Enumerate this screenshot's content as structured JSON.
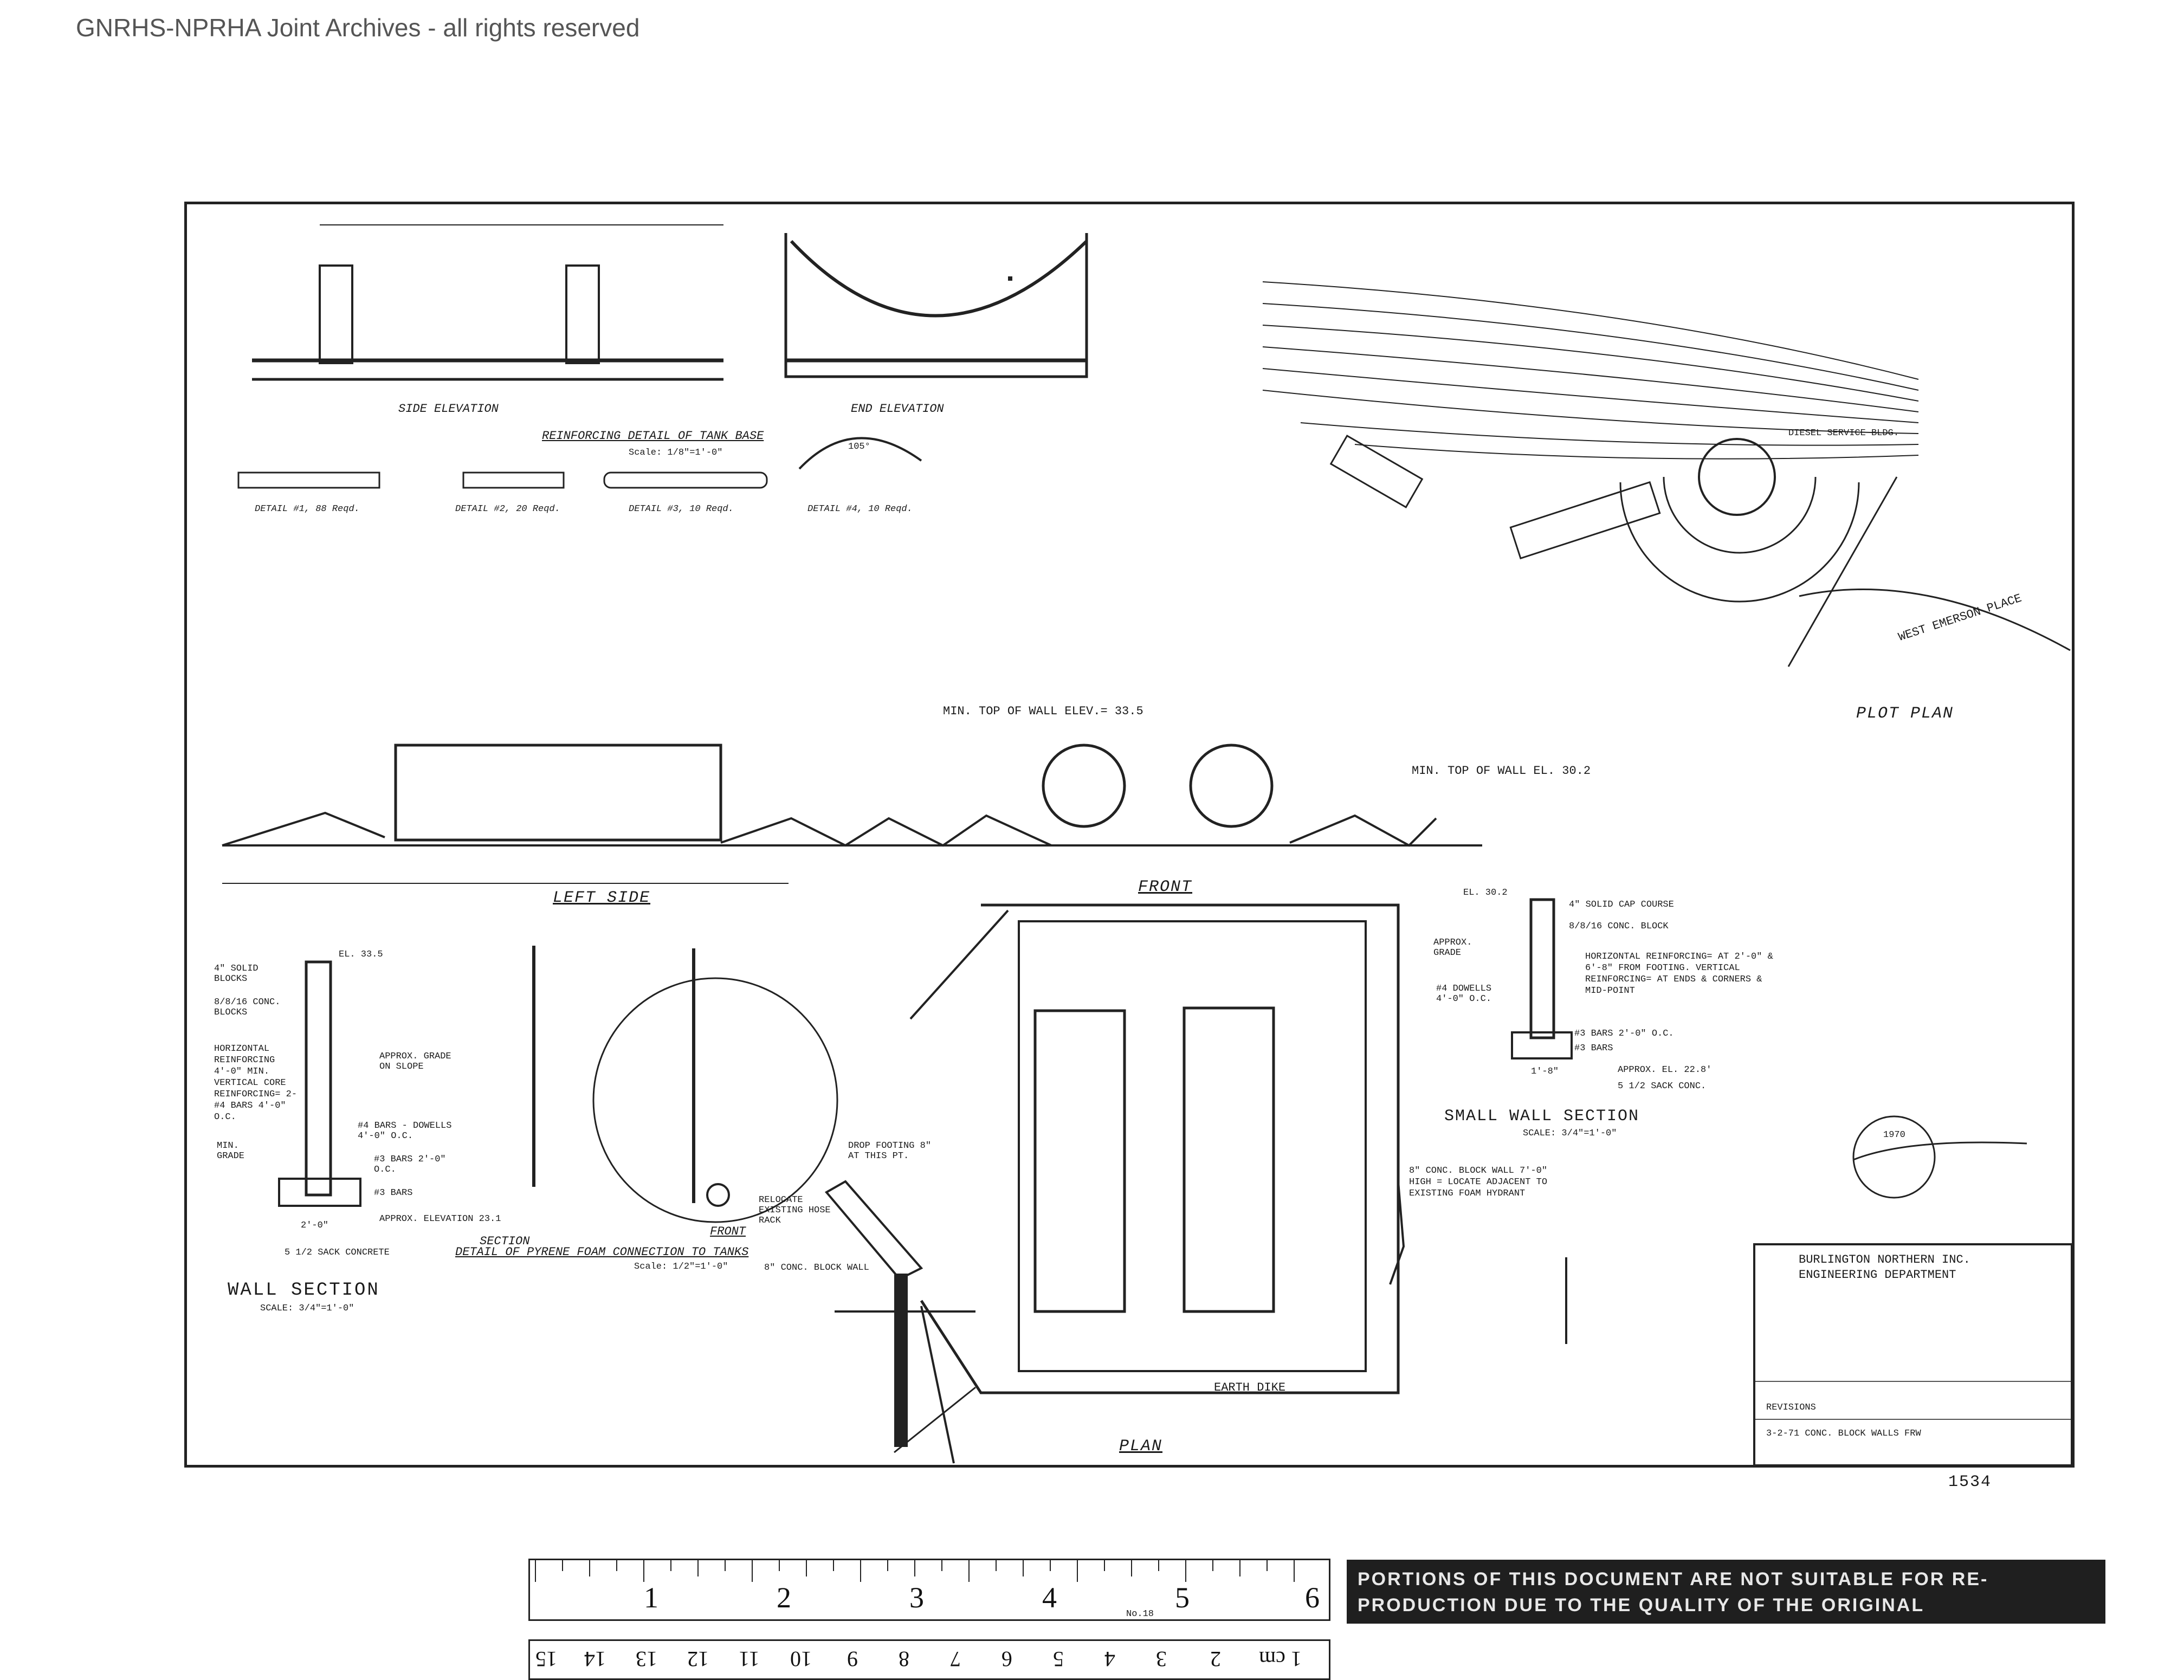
{
  "watermark": "GNRHS-NPRHA Joint Archives - all rights reserved",
  "reinforcing": {
    "side_elevation": "SIDE ELEVATION",
    "end_elevation": "END ELEVATION",
    "title": "REINFORCING DETAIL OF TANK BASE",
    "scale": "Scale: 1/8\"=1'-0\"",
    "details": [
      "DETAIL #1, 88 Reqd.",
      "DETAIL #2, 20 Reqd.",
      "DETAIL #3, 10 Reqd.",
      "DETAIL #4, 10 Reqd."
    ],
    "angle": "105°"
  },
  "plot_plan": {
    "title": "PLOT PLAN",
    "street": "WEST EMERSON PLACE",
    "building": "DIESEL SERVICE BLDG."
  },
  "elevation": {
    "min_wall_1": "MIN. TOP OF WALL ELEV.= 33.5",
    "min_wall_2": "MIN. TOP OF WALL EL. 30.2",
    "left_side": "LEFT SIDE",
    "front": "FRONT"
  },
  "wall_section": {
    "el": "EL. 33.5",
    "solid_blocks": "4\" SOLID BLOCKS",
    "conc_blocks": "8/8/16 CONC. BLOCKS",
    "horizontal": "HORIZONTAL REINFORCING 4'-0\" MIN. VERTICAL CORE REINFORCING= 2-#4 BARS 4'-0\" O.C.",
    "grade_note": "APPROX. GRADE ON SLOPE",
    "bars1": "#4 BARS - DOWELLS 4'-0\" O.C.",
    "min_grade": "MIN. GRADE",
    "bars2": "#3 BARS 2'-0\" O.C.",
    "bars3": "#3 BARS",
    "approx_el": "APPROX. ELEVATION 23.1",
    "dim": "2'-0\"",
    "concrete": "5 1/2 SACK CONCRETE",
    "title": "WALL SECTION",
    "scale": "SCALE: 3/4\"=1'-0\""
  },
  "pyrene": {
    "section": "SECTION",
    "title": "DETAIL OF PYRENE FOAM CONNECTION TO TANKS",
    "scale": "Scale: 1/2\"=1'-0\"",
    "front": "FRONT",
    "relocate": "RELOCATE EXISTING HOSE RACK",
    "drop": "DROP FOOTING 8\" AT THIS PT.",
    "block_wall": "8\" CONC. BLOCK WALL"
  },
  "plan": {
    "title": "PLAN",
    "earth_dike": "EARTH DIKE"
  },
  "small_wall": {
    "el": "EL. 30.2",
    "cap": "4\" SOLID CAP COURSE",
    "block": "8/8/16 CONC. BLOCK",
    "grade": "APPROX. GRADE",
    "reinforcing": "HORIZONTAL REINFORCING= AT 2'-0\" & 6'-8\" FROM FOOTING. VERTICAL REINFORCING= AT ENDS & CORNERS & MID-POINT",
    "dowells": "#4 DOWELLS 4'-0\" O.C.",
    "bars1": "#3 BARS 2'-0\" O.C.",
    "bars2": "#3 BARS",
    "approx_el": "APPROX. EL. 22.8'",
    "concrete": "5 1/2 SACK CONC.",
    "dim": "1'-8\"",
    "title": "SMALL WALL SECTION",
    "scale": "SCALE: 3/4\"=1'-0\""
  },
  "block_wall_note": "8\" CONC. BLOCK WALL 7'-0\" HIGH = LOCATE ADJACENT TO EXISTING FOAM HYDRANT",
  "title_block": {
    "company": "BURLINGTON NORTHERN INC.",
    "department": "ENGINEERING DEPARTMENT",
    "revisions": "REVISIONS",
    "revision_row": "3-2-71   CONC. BLOCK WALLS   FRW"
  },
  "sheet_mark": "1534",
  "seal_year": "1970",
  "ruler": {
    "inch_marks": [
      "1",
      "2",
      "3",
      "4",
      "5",
      "6"
    ],
    "brand": "No.18",
    "cm_marks": [
      "1 cm",
      "2",
      "3",
      "4",
      "5",
      "6",
      "7",
      "8",
      "9",
      "10",
      "11",
      "12",
      "13",
      "14",
      "15"
    ]
  },
  "notice": "PORTIONS OF THIS DOCUMENT ARE NOT SUITABLE FOR RE- PRODUCTION DUE TO THE QUALITY OF THE ORIGINAL"
}
